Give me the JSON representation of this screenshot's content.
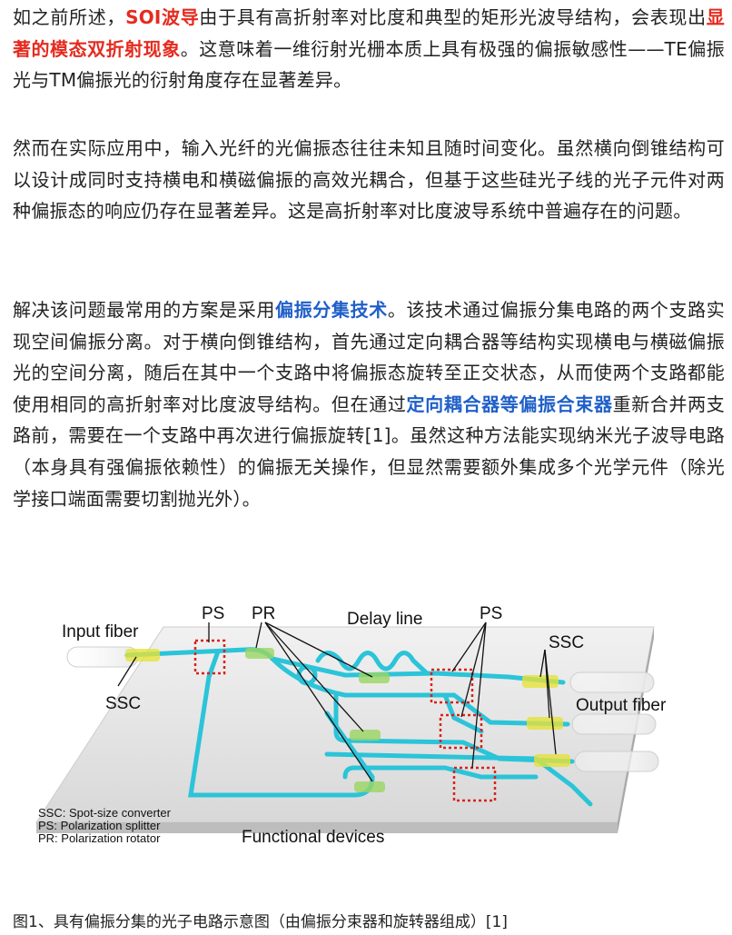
{
  "paragraphs": {
    "p1": {
      "t1": "如之前所述，",
      "t2": "SOI波导",
      "t3": "由于具有高折射率对比度和典型的矩形光波导结构，会表现出",
      "t4": "显著的模态双折射现象",
      "t5": "。这意味着一维衍射光栅本质上具有极强的偏振敏感性——TE偏振光与TM偏振光的衍射角度存在显著差异。"
    },
    "p2": {
      "t1": "然而在实际应用中，输入光纤的光偏振态往往未知且随时间变化。虽然横向倒锥结构可以设计成同时支持横电和横磁偏振的高效光耦合，但基于这些硅光子线的光子元件对两种偏振态的响应仍存在显著差异。这是高折射率对比度波导系统中普遍存在的问题。"
    },
    "p3": {
      "t1": "解决该问题最常用的方案是采用",
      "t2": "偏振分集技术",
      "t3": "。该技术通过偏振分集电路的两个支路实现空间偏振分离。对于横向倒锥结构，首先通过定向耦合器等结构实现横电与横磁偏振光的空间分离，随后在其中一个支路中将偏振态旋转至正交状态，从而使两个支路都能使用相同的高折射率对比度波导结构。但在通过",
      "t4": "定向耦合器等偏振合束器",
      "t5": "重新合并两支路前，需要在一个支路中再次进行偏振旋转[1]。虽然这种方法能实现纳米光子波导电路（本身具有强偏振依赖性）的偏振无关操作，但显然需要额外集成多个光学元件（除光学接口端面需要切割抛光外）。"
    }
  },
  "figure": {
    "labels": {
      "input_fiber": "Input fiber",
      "ps_left": "PS",
      "pr": "PR",
      "delay_line": "Delay line",
      "ps_right": "PS",
      "ssc_right": "SSC",
      "ssc_left": "SSC",
      "output_fiber": "Output fiber",
      "legend_ssc": "SSC: Spot-size converter",
      "legend_ps": "PS: Polarization splitter",
      "legend_pr": "PR: Polarization rotator",
      "functional_devices": "Functional devices"
    },
    "colors": {
      "waveguide": "#2bc4d8",
      "chip_top": "#e6e6e6",
      "highlight_red": "#d9221c",
      "ssc_yellow": "#e6e23a"
    }
  },
  "caption": "图1、具有偏振分集的光子电路示意图（由偏振分束器和旋转器组成）[1]"
}
